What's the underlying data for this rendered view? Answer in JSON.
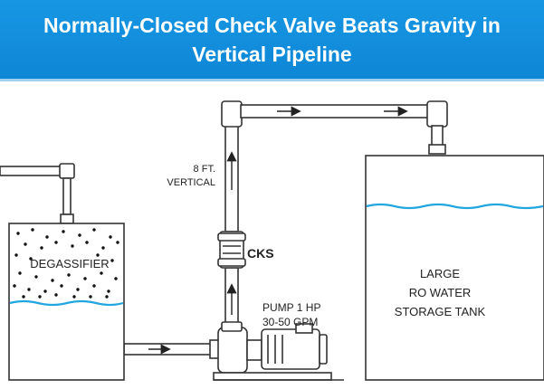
{
  "title_line1": "Normally-Closed Check Valve Beats Gravity in",
  "title_line2": "Vertical Pipeline",
  "labels": {
    "degassifier": "DEGASSIFIER",
    "vertical_line1": "8 FT.",
    "vertical_line2": "VERTICAL",
    "cks": "CKS",
    "pump_line1": "PUMP 1 HP",
    "pump_line2": "30-50 GPM",
    "tank_line1": "LARGE",
    "tank_line2": "RO WATER",
    "tank_line3": "STORAGE TANK"
  },
  "colors": {
    "banner": "#1797e3",
    "water": "#22a6e0",
    "outline": "#333333"
  }
}
